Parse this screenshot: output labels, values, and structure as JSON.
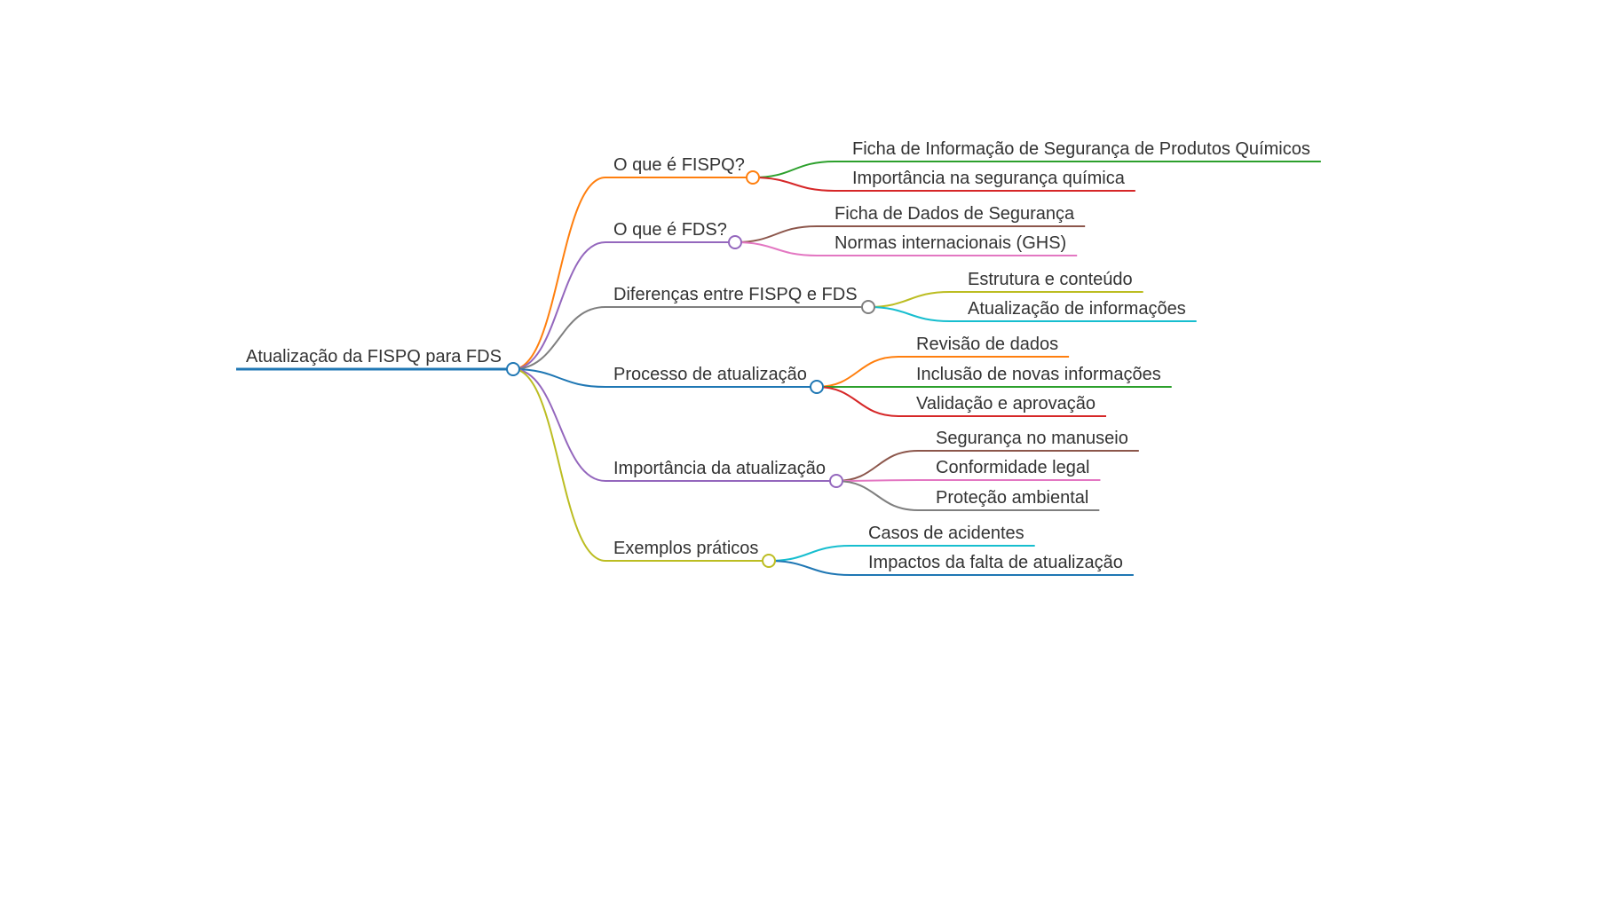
{
  "mindmap": {
    "root": {
      "label": "Atualização da FISPQ para FDS",
      "color": "#1f77b4"
    },
    "branches": [
      {
        "label": "O que é FISPQ?",
        "color": "#ff7f0e",
        "children": [
          {
            "label": "Ficha de Informação de Segurança de Produtos Químicos",
            "color": "#2ca02c"
          },
          {
            "label": "Importância na segurança química",
            "color": "#d62728"
          }
        ]
      },
      {
        "label": "O que é FDS?",
        "color": "#9467bd",
        "children": [
          {
            "label": "Ficha de Dados de Segurança",
            "color": "#8c564b"
          },
          {
            "label": "Normas internacionais (GHS)",
            "color": "#e377c2"
          }
        ]
      },
      {
        "label": "Diferenças entre FISPQ e FDS",
        "color": "#7f7f7f",
        "children": [
          {
            "label": "Estrutura e conteúdo",
            "color": "#bcbd22"
          },
          {
            "label": "Atualização de informações",
            "color": "#17becf"
          }
        ]
      },
      {
        "label": "Processo de atualização",
        "color": "#1f77b4",
        "children": [
          {
            "label": "Revisão de dados",
            "color": "#ff7f0e"
          },
          {
            "label": "Inclusão de novas informações",
            "color": "#2ca02c"
          },
          {
            "label": "Validação e aprovação",
            "color": "#d62728"
          }
        ]
      },
      {
        "label": "Importância da atualização",
        "color": "#9467bd",
        "children": [
          {
            "label": "Segurança no manuseio",
            "color": "#8c564b"
          },
          {
            "label": "Conformidade legal",
            "color": "#e377c2"
          },
          {
            "label": "Proteção ambiental",
            "color": "#7f7f7f"
          }
        ]
      },
      {
        "label": "Exemplos práticos",
        "color": "#bcbd22",
        "children": [
          {
            "label": "Casos de acidentes",
            "color": "#17becf"
          },
          {
            "label": "Impactos da falta de atualização",
            "color": "#1f77b4"
          }
        ]
      }
    ]
  }
}
